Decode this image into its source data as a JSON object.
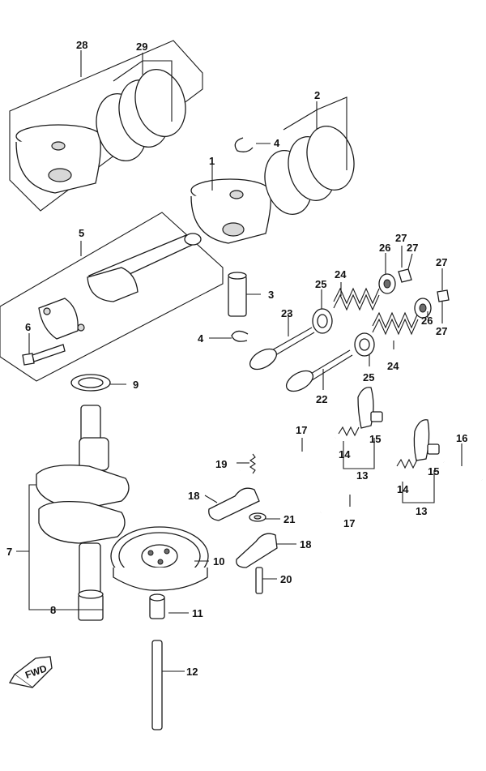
{
  "callouts": {
    "c1": "1",
    "c2": "2",
    "c3": "3",
    "c4a": "4",
    "c4b": "4",
    "c5": "5",
    "c6": "6",
    "c7": "7",
    "c8": "8",
    "c9": "9",
    "c10": "10",
    "c11": "11",
    "c12": "12",
    "c13a": "13",
    "c13b": "13",
    "c14a": "14",
    "c14b": "14",
    "c15a": "15",
    "c15b": "15",
    "c16": "16",
    "c17a": "17",
    "c17b": "17",
    "c18a": "18",
    "c18b": "18",
    "c19": "19",
    "c20": "20",
    "c21": "21",
    "c22": "22",
    "c23": "23",
    "c24a": "24",
    "c24b": "24",
    "c25a": "25",
    "c25b": "25",
    "c26a": "26",
    "c26b": "26",
    "c27a": "27",
    "c27b": "27",
    "c27c": "27",
    "c27d": "27",
    "c28": "28",
    "c29": "29"
  },
  "fwd_label": "FWD",
  "icons": {
    "fwd": "forward-arrow-icon"
  }
}
